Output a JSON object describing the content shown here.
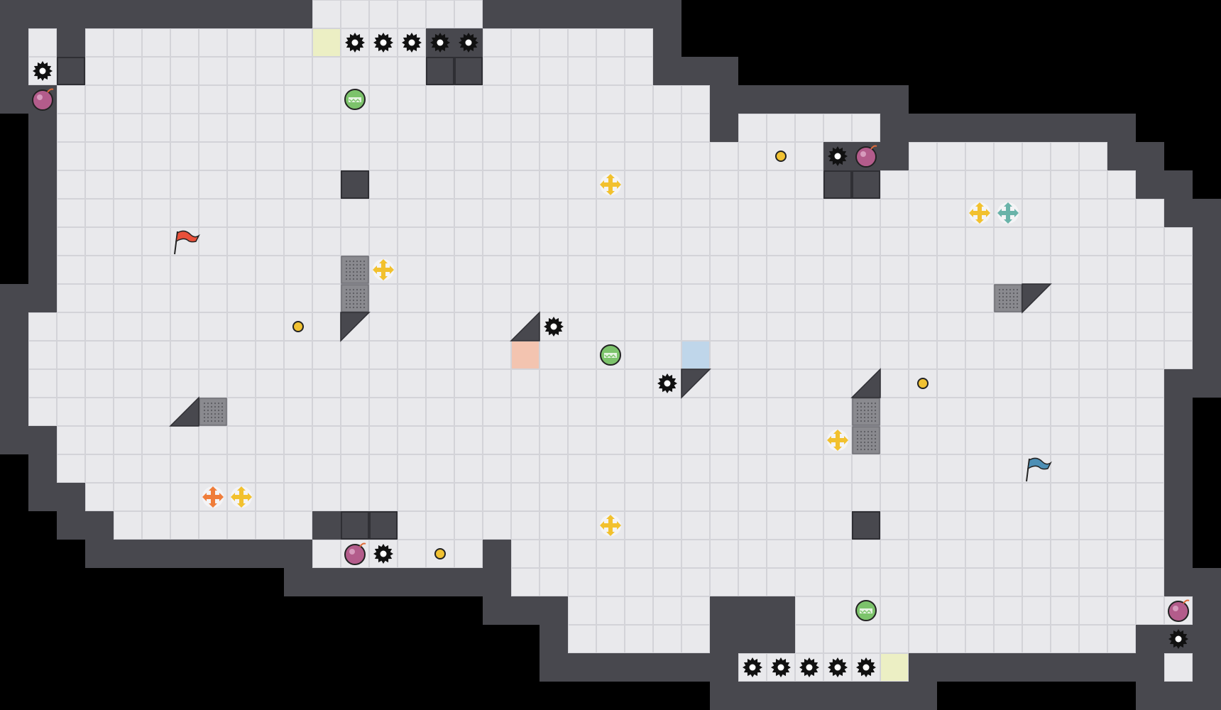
{
  "game": {
    "cols": 43,
    "rows": 25,
    "colors": {
      "background": "#000000",
      "floor": "#e9e9ec",
      "grid": "#d3d3d8",
      "wall": "#48484e",
      "wall_edge": "#2f2f34",
      "grate": "#8a8a8f",
      "pad_yellow": "#ecefc4",
      "pad_red": "#f3c4b0",
      "pad_blue": "#bfd6ea",
      "coin": "#f1c232",
      "team_red": "#e8503a",
      "team_blue": "#4d8fb5",
      "boost_yellow": "#f2c12e",
      "boost_teal": "#69b3a9",
      "boost_orange": "#ef7d3a",
      "bomb": "#b35c8b",
      "powerup_green": "#7cc36b"
    },
    "floor_runs": [
      {
        "row": 1,
        "cols": [
          [
            1,
            1
          ],
          [
            3,
            14
          ],
          [
            17,
            22
          ]
        ]
      },
      {
        "row": 2,
        "cols": [
          [
            1,
            22
          ]
        ]
      },
      {
        "row": 3,
        "cols": [
          [
            2,
            24
          ]
        ]
      },
      {
        "row": 4,
        "cols": [
          [
            2,
            24
          ],
          [
            26,
            30
          ]
        ]
      },
      {
        "row": 5,
        "cols": [
          [
            2,
            28
          ],
          [
            32,
            38
          ]
        ]
      },
      {
        "row": 6,
        "cols": [
          [
            2,
            39
          ]
        ]
      },
      {
        "row": 7,
        "cols": [
          [
            2,
            40
          ]
        ]
      },
      {
        "row": 8,
        "cols": [
          [
            2,
            41
          ]
        ]
      },
      {
        "row": 9,
        "cols": [
          [
            2,
            41
          ]
        ]
      },
      {
        "row": 10,
        "cols": [
          [
            2,
            41
          ]
        ]
      },
      {
        "row": 11,
        "cols": [
          [
            1,
            41
          ]
        ]
      },
      {
        "row": 12,
        "cols": [
          [
            1,
            41
          ]
        ]
      },
      {
        "row": 13,
        "cols": [
          [
            1,
            40
          ]
        ]
      },
      {
        "row": 14,
        "cols": [
          [
            1,
            40
          ]
        ]
      },
      {
        "row": 15,
        "cols": [
          [
            2,
            40
          ]
        ]
      },
      {
        "row": 16,
        "cols": [
          [
            2,
            40
          ]
        ]
      },
      {
        "row": 17,
        "cols": [
          [
            3,
            40
          ]
        ]
      },
      {
        "row": 18,
        "cols": [
          [
            4,
            10
          ],
          [
            14,
            40
          ]
        ]
      },
      {
        "row": 19,
        "cols": [
          [
            11,
            16
          ],
          [
            18,
            40
          ]
        ]
      },
      {
        "row": 20,
        "cols": [
          [
            18,
            40
          ]
        ]
      },
      {
        "row": 21,
        "cols": [
          [
            20,
            24
          ],
          [
            28,
            41
          ]
        ]
      },
      {
        "row": 22,
        "cols": [
          [
            20,
            24
          ],
          [
            28,
            39
          ]
        ]
      },
      {
        "row": 23,
        "cols": [
          [
            26,
            31
          ],
          [
            41,
            41
          ]
        ]
      }
    ],
    "top_strip": {
      "row": 0,
      "cols": [
        11,
        16
      ]
    },
    "bottom_strip": {
      "row": 23,
      "cols": [
        26,
        31
      ]
    },
    "wall_blocks": [
      [
        12,
        6
      ],
      [
        30,
        18
      ],
      [
        29,
        6
      ],
      [
        30,
        6
      ],
      [
        15,
        2
      ],
      [
        16,
        2
      ],
      [
        2,
        2
      ],
      [
        12,
        18
      ],
      [
        13,
        18
      ]
    ],
    "grates": [
      [
        12,
        9
      ],
      [
        12,
        10
      ],
      [
        7,
        14
      ],
      [
        35,
        10
      ],
      [
        30,
        14
      ],
      [
        30,
        15
      ]
    ],
    "ramps": [
      {
        "cell": [
          12,
          11
        ],
        "corner": "top-left"
      },
      {
        "cell": [
          18,
          11
        ],
        "corner": "bottom-right"
      },
      {
        "cell": [
          24,
          13
        ],
        "corner": "top-left"
      },
      {
        "cell": [
          6,
          14
        ],
        "corner": "bottom-right"
      },
      {
        "cell": [
          30,
          13
        ],
        "corner": "bottom-right"
      },
      {
        "cell": [
          36,
          10
        ],
        "corner": "top-left"
      }
    ],
    "pads": [
      {
        "cell": [
          11,
          1
        ],
        "color": "pad_yellow"
      },
      {
        "cell": [
          31,
          23
        ],
        "color": "pad_yellow"
      },
      {
        "cell": [
          18,
          12
        ],
        "color": "pad_red"
      },
      {
        "cell": [
          24,
          12
        ],
        "color": "pad_blue"
      }
    ],
    "spikes": [
      [
        12,
        1
      ],
      [
        13,
        1
      ],
      [
        14,
        1
      ],
      [
        15,
        1
      ],
      [
        16,
        1
      ],
      [
        1,
        2
      ],
      [
        29,
        5
      ],
      [
        19,
        11
      ],
      [
        23,
        13
      ],
      [
        13,
        19
      ],
      [
        41,
        22
      ],
      [
        26,
        23
      ],
      [
        27,
        23
      ],
      [
        28,
        23
      ],
      [
        29,
        23
      ],
      [
        30,
        23
      ]
    ],
    "coins": [
      [
        27,
        5
      ],
      [
        10,
        11
      ],
      [
        32,
        13
      ],
      [
        15,
        19
      ]
    ],
    "bombs": [
      [
        1,
        3
      ],
      [
        30,
        5
      ],
      [
        12,
        19
      ],
      [
        41,
        21
      ]
    ],
    "powerups": [
      [
        12,
        3
      ],
      [
        21,
        12
      ],
      [
        30,
        21
      ]
    ],
    "boosts": [
      {
        "cell": [
          21,
          6
        ],
        "color": "boost_yellow"
      },
      {
        "cell": [
          34,
          7
        ],
        "color": "boost_yellow"
      },
      {
        "cell": [
          35,
          7
        ],
        "color": "boost_teal"
      },
      {
        "cell": [
          13,
          9
        ],
        "color": "boost_yellow"
      },
      {
        "cell": [
          29,
          15
        ],
        "color": "boost_yellow"
      },
      {
        "cell": [
          7,
          17
        ],
        "color": "boost_orange"
      },
      {
        "cell": [
          8,
          17
        ],
        "color": "boost_yellow"
      },
      {
        "cell": [
          21,
          18
        ],
        "color": "boost_yellow"
      }
    ],
    "flags": [
      {
        "team": "red",
        "cell": [
          6,
          8
        ]
      },
      {
        "team": "blue",
        "cell": [
          36,
          16
        ]
      }
    ]
  }
}
